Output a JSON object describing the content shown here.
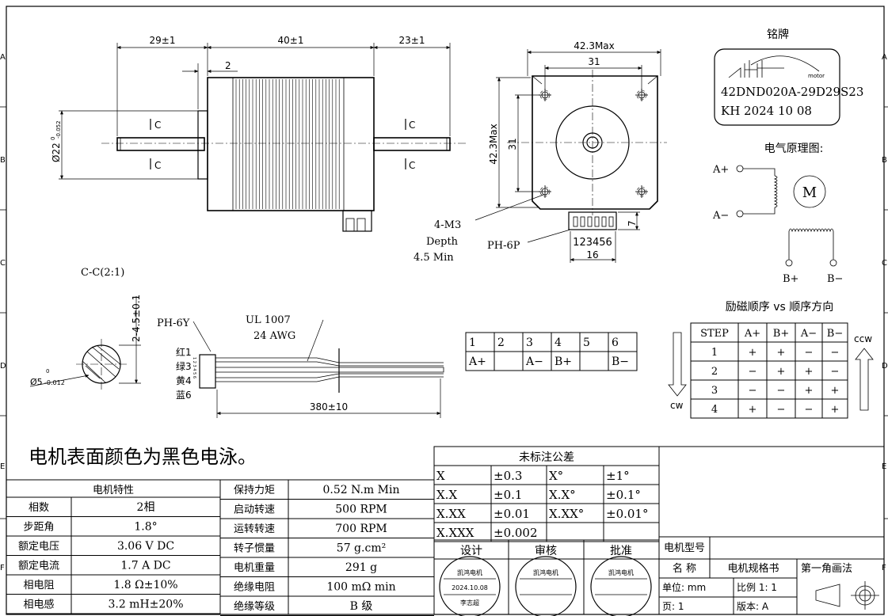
{
  "side_view": {
    "dim_front_shaft": "29±1",
    "dim_body": "40±1",
    "dim_rear_shaft": "23±1",
    "dim_flange": "2",
    "shaft_dia": "Ø22",
    "shaft_tol_upper": "0",
    "shaft_tol_lower": "-0.052",
    "section_mark": "C"
  },
  "front_view": {
    "dim_width": "42.3Max",
    "dim_hole_spacing_h": "31",
    "dim_height": "42.3Max",
    "dim_hole_spacing_v": "31",
    "hole_callout_1": "4-M3",
    "hole_callout_2": "Depth",
    "hole_callout_3": "4.5 Min",
    "connector_label": "PH-6P",
    "pin_numbers": "123456",
    "dim_connector_w": "16",
    "dim_connector_h": "7"
  },
  "nameplate": {
    "heading": "铭牌",
    "logo_sub": "motor",
    "model": "42DND020A-29D29S23",
    "date_code": "KH 2024 10 08"
  },
  "schematic": {
    "heading": "电气原理图:",
    "a_plus": "A+",
    "a_minus": "A−",
    "motor": "M",
    "b_plus": "B+",
    "b_minus": "B−"
  },
  "section": {
    "title": "C-C(2:1)",
    "dim_flat": "2-4.5±0.1",
    "dia": "Ø5",
    "dia_tol_upper": "0",
    "dia_tol_lower": "-0.012"
  },
  "cable": {
    "connector": "PH-6Y",
    "wire_type": "UL 1007",
    "wire_gauge": "24 AWG",
    "colors": [
      "红1",
      "绿3",
      "黄4",
      "蓝6"
    ],
    "pin_marks": "1 2 3 4 5 6",
    "length": "380±10"
  },
  "pin_table": {
    "pins": [
      "1",
      "2",
      "3",
      "4",
      "5",
      "6"
    ],
    "signals": [
      "A+",
      "",
      "A−",
      "B+",
      "",
      "B−"
    ]
  },
  "excitation": {
    "heading": "励磁顺序 vs 顺序方向",
    "headers": [
      "STEP",
      "A+",
      "B+",
      "A−",
      "B−"
    ],
    "rows": [
      [
        "1",
        "+",
        "+",
        "−",
        "−"
      ],
      [
        "2",
        "−",
        "+",
        "+",
        "−"
      ],
      [
        "3",
        "−",
        "−",
        "+",
        "+"
      ],
      [
        "4",
        "+",
        "−",
        "−",
        "+"
      ]
    ],
    "cw": "cw",
    "ccw": "ccw"
  },
  "note": "电机表面颜色为黑色电泳。",
  "tolerance": {
    "heading": "未标注公差",
    "rows": [
      [
        "X",
        "±0.3",
        "X°",
        "±1°"
      ],
      [
        "X.X",
        "±0.1",
        "X.X°",
        "±0.1°"
      ],
      [
        "X.XX",
        "±0.01",
        "X.XX°",
        "±0.01°"
      ],
      [
        "X.XXX",
        "±0.002",
        "",
        ""
      ]
    ]
  },
  "specs": {
    "heading": "电机特性",
    "left": [
      [
        "相数",
        "2相"
      ],
      [
        "步距角",
        "1.8°"
      ],
      [
        "额定电压",
        "3.06 V DC"
      ],
      [
        "额定电流",
        "1.7 A DC"
      ],
      [
        "相电阻",
        "1.8 Ω±10%"
      ],
      [
        "相电感",
        "3.2 mH±20%"
      ]
    ],
    "right": [
      [
        "保持力矩",
        "0.52 N.m Min"
      ],
      [
        "启动转速",
        "500 RPM"
      ],
      [
        "运转转速",
        "700 RPM"
      ],
      [
        "转子惯量",
        "57 g.cm²"
      ],
      [
        "电机重量",
        "291 g"
      ],
      [
        "绝缘电阻",
        "100 mΩ  min"
      ],
      [
        "绝缘等级",
        "B 级"
      ]
    ]
  },
  "approval": {
    "design": "设计",
    "review": "审核",
    "approve": "批准",
    "stamp_company": "凯鸿电机",
    "stamp_date": "2024.10.08",
    "stamp_name": "李志超"
  },
  "title_block": {
    "model_label": "电机型号",
    "name_label": "名 称",
    "name_value": "电机规格书",
    "projection": "第一角画法",
    "unit": "单位: mm",
    "scale": "比例 1: 1",
    "page": "页: 1",
    "version": "版本: A"
  },
  "border": {
    "rows": [
      "A",
      "B",
      "C",
      "D",
      "E",
      "F"
    ]
  }
}
